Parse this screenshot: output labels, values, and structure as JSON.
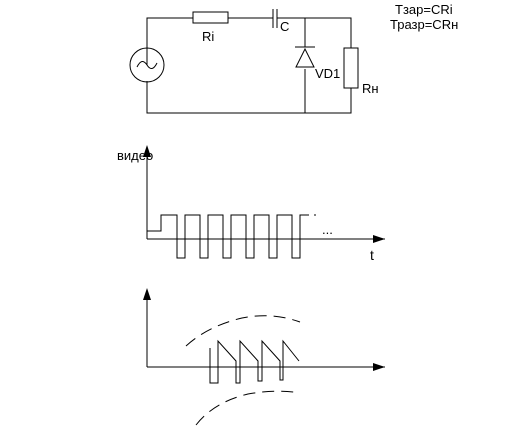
{
  "circuit": {
    "resistor_label": "Ri",
    "capacitor_label": "C",
    "diode_label": "VD1",
    "load_label": "Rн",
    "formula_charge": "Тзар=СRi",
    "formula_discharge": "Тразр=СRн",
    "source_icon": "ac-source-icon"
  },
  "graph1": {
    "ylabel": "видео",
    "xlabel": "t",
    "ellipsis": "..."
  },
  "graph2": {
    "ylabel": "",
    "xlabel": ""
  }
}
